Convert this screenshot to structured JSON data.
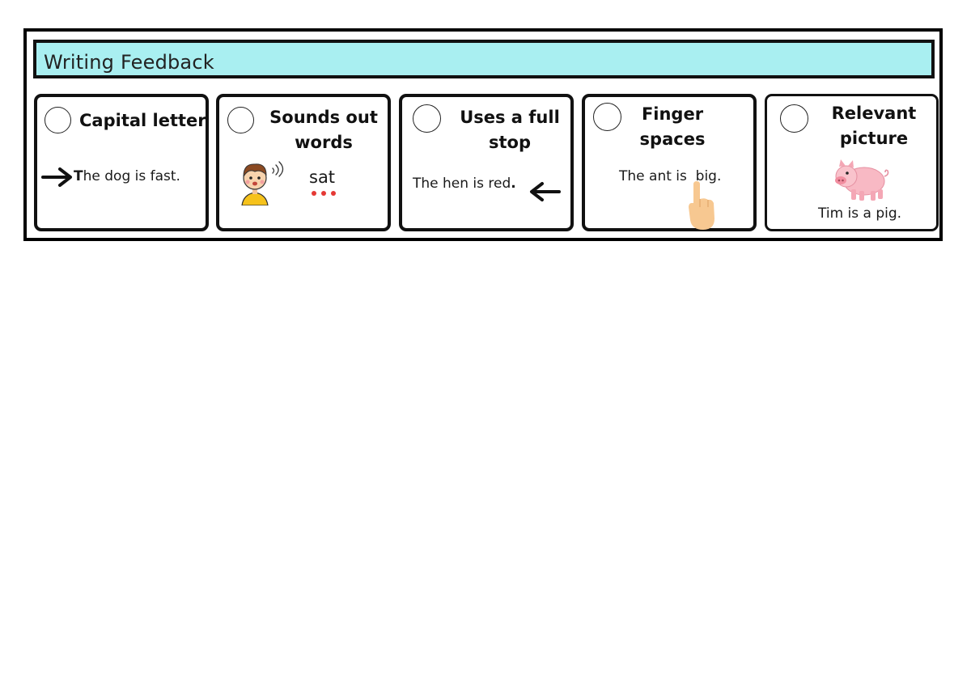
{
  "header": {
    "title": "Writing Feedback"
  },
  "criteria": [
    {
      "title_lines": [
        "Capital letter"
      ],
      "example_first": "T",
      "example_rest": "he dog is fast.",
      "icon": "arrow-right-icon"
    },
    {
      "title_lines": [
        "Sounds out",
        "words"
      ],
      "example": "sat",
      "icon": "boy-speaking-icon"
    },
    {
      "title_lines": [
        "Uses a full",
        "stop"
      ],
      "example_main": "The hen is red",
      "example_mark": ".",
      "icon": "arrow-left-icon"
    },
    {
      "title_lines": [
        "Finger",
        "spaces"
      ],
      "example": "The ant is  big.",
      "icon": "pointing-finger-icon"
    },
    {
      "title_lines": [
        "Relevant",
        "picture"
      ],
      "example": "Tim is a pig.",
      "icon": "pig-icon"
    }
  ],
  "colors": {
    "header_bg": "#a9eff1",
    "sound_dots": "#e53935",
    "skin": "#f7c891"
  }
}
